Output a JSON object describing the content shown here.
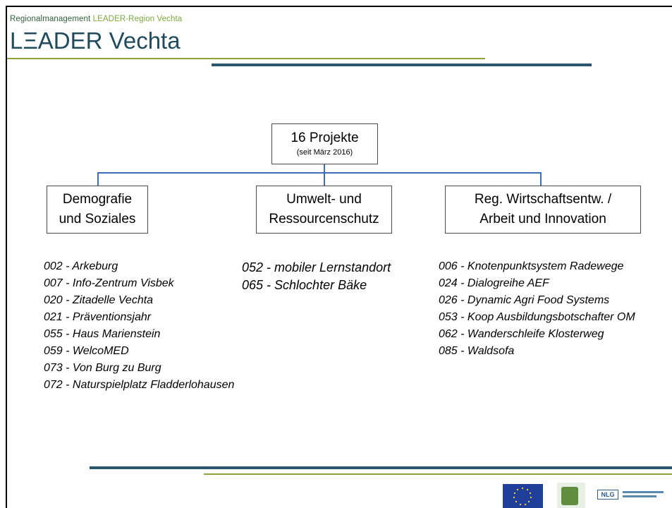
{
  "header": {
    "subtitle_prefix": "Regionalmanagement ",
    "subtitle_highlight": "LEADER-Region Vechta",
    "logo_text": "LΞADER Vechta"
  },
  "root": {
    "title": "16 Projekte",
    "subtitle": "(seit März 2016)"
  },
  "categories": [
    {
      "line1": "Demografie",
      "line2": "und Soziales"
    },
    {
      "line1": "Umwelt- und",
      "line2": "Ressourcenschutz"
    },
    {
      "line1": "Reg. Wirtschaftsentw. /",
      "line2": "Arbeit und Innovation"
    }
  ],
  "projects": {
    "demografie": [
      "002 - Arkeburg",
      "007 - Info-Zentrum Visbek",
      "020 - Zitadelle Vechta",
      "021 - Präventionsjahr",
      "055 - Haus Marienstein",
      "059 - WelcoMED",
      "073 - Von Burg zu Burg",
      "072 - Naturspielplatz Fladderlohausen"
    ],
    "umwelt": [
      "052 - mobiler Lernstandort",
      "065 - Schlochter Bäke"
    ],
    "wirtschaft": [
      "006 - Knotenpunktsystem Radewege",
      "024 - Dialogreihe AEF",
      "026 - Dynamic Agri  Food Systems",
      "053 - Koop Ausbildungsbotschafter OM",
      "062 - Wanderschleife Klosterweg",
      "085 - Waldsofa"
    ]
  },
  "footer": {
    "nlg_label": "NLG"
  },
  "colors": {
    "connector": "#3c6fb5",
    "rule_green": "#8fa33a",
    "rule_blue": "#2a5670",
    "logo_text": "#1f4b5c"
  }
}
